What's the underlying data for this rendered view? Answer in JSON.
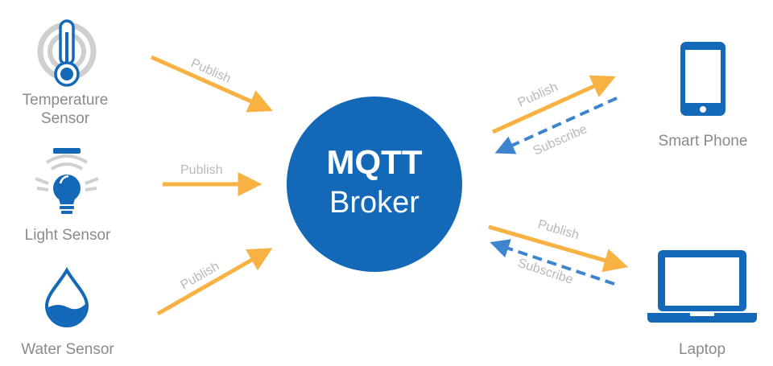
{
  "broker": {
    "line1": "MQTT",
    "line2": "Broker"
  },
  "devices": {
    "temperature": {
      "line1": "Temperature",
      "line2": "Sensor",
      "icon": "thermometer-icon"
    },
    "light": {
      "label": "Light Sensor",
      "icon": "light-bulb-icon"
    },
    "water": {
      "label": "Water Sensor",
      "icon": "water-drop-icon"
    },
    "phone": {
      "label": "Smart Phone",
      "icon": "smartphone-icon"
    },
    "laptop": {
      "label": "Laptop",
      "icon": "laptop-icon"
    }
  },
  "arrows": {
    "temp_publish": "Publish",
    "light_publish": "Publish",
    "water_publish": "Publish",
    "phone_publish": "Publish",
    "phone_subscribe": "Subscribe",
    "laptop_publish": "Publish",
    "laptop_subscribe": "Subscribe"
  },
  "colors": {
    "primary_blue": "#1368b8",
    "publish_orange": "#f8b243",
    "subscribe_blue": "#3d86cf",
    "label_gray": "#8a8a8a",
    "arrow_label_gray": "#b9b9b9",
    "ring_gray": "#cfcfcf"
  }
}
